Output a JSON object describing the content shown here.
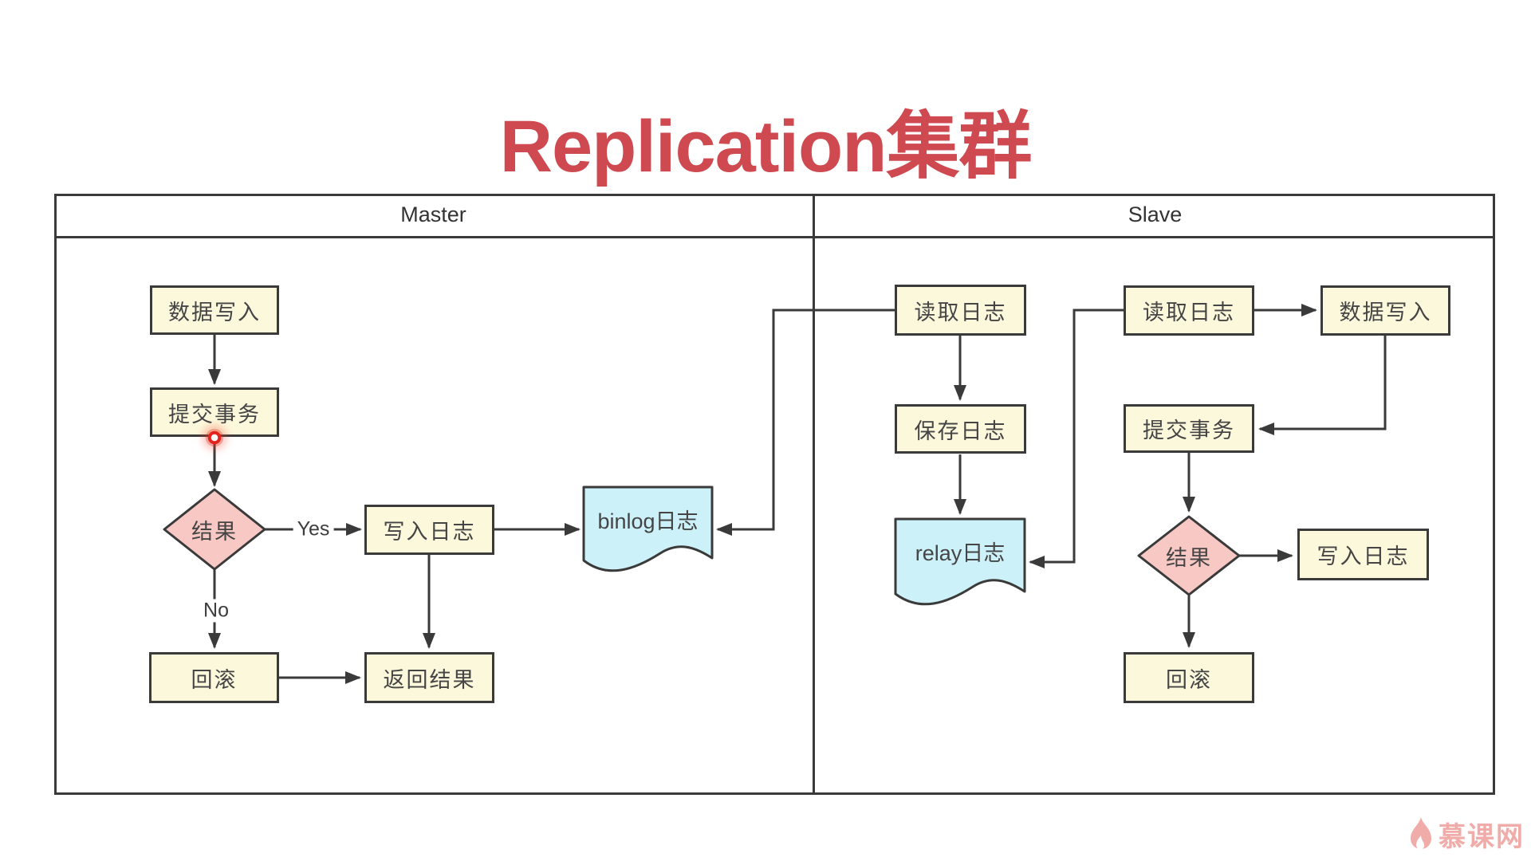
{
  "title": "Replication集群",
  "panels": {
    "master": "Master",
    "slave": "Slave"
  },
  "master": {
    "nodes": {
      "data_write": "数据写入",
      "commit_tx": "提交事务",
      "result": "结果",
      "write_log": "写入日志",
      "rollback": "回滚",
      "return_result": "返回结果",
      "binlog": "binlog日志"
    },
    "edge_labels": {
      "yes": "Yes",
      "no": "No"
    }
  },
  "slave": {
    "nodes": {
      "read_log_top": "读取日志",
      "save_log": "保存日志",
      "relay_log": "relay日志",
      "read_log_right": "读取日志",
      "data_write": "数据写入",
      "commit_tx": "提交事务",
      "result": "结果",
      "write_log": "写入日志",
      "rollback": "回滚"
    }
  },
  "watermark": {
    "brand": "慕课网"
  },
  "colors": {
    "title": "#CF4A50",
    "process_fill": "#FCF8DC",
    "decision_fill": "#F8C8C5",
    "document_fill": "#CDF1F8",
    "line": "#3A3A3A",
    "brand": "#F0ACA8"
  }
}
